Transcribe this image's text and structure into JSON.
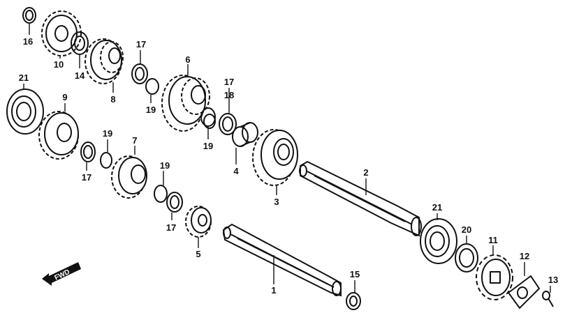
{
  "parts": [
    {
      "id": "p16a",
      "label": "16",
      "kind": "washer"
    },
    {
      "id": "p10",
      "label": "10",
      "kind": "gear"
    },
    {
      "id": "p14",
      "label": "14",
      "kind": "washer"
    },
    {
      "id": "p8",
      "label": "8",
      "kind": "gear"
    },
    {
      "id": "p17a",
      "label": "17",
      "kind": "washer"
    },
    {
      "id": "p19a",
      "label": "19",
      "kind": "circlip"
    },
    {
      "id": "p6",
      "label": "6",
      "kind": "gear"
    },
    {
      "id": "p17b",
      "label": "17",
      "kind": "washer"
    },
    {
      "id": "p18",
      "label": "18",
      "kind": "washer"
    },
    {
      "id": "p19b",
      "label": "19",
      "kind": "circlip"
    },
    {
      "id": "p21a",
      "label": "21",
      "kind": "bearing"
    },
    {
      "id": "p9",
      "label": "9",
      "kind": "gear"
    },
    {
      "id": "p17c",
      "label": "17",
      "kind": "washer"
    },
    {
      "id": "p19c",
      "label": "19",
      "kind": "circlip"
    },
    {
      "id": "p7",
      "label": "7",
      "kind": "gear"
    },
    {
      "id": "p19d",
      "label": "19",
      "kind": "circlip"
    },
    {
      "id": "p17d",
      "label": "17",
      "kind": "washer"
    },
    {
      "id": "p4",
      "label": "4",
      "kind": "bushing"
    },
    {
      "id": "p3",
      "label": "3",
      "kind": "gear"
    },
    {
      "id": "p2",
      "label": "2",
      "kind": "shaft"
    },
    {
      "id": "p5",
      "label": "5",
      "kind": "gear"
    },
    {
      "id": "p1",
      "label": "1",
      "kind": "shaft"
    },
    {
      "id": "p21b",
      "label": "21",
      "kind": "bearing"
    },
    {
      "id": "p20",
      "label": "20",
      "kind": "seal"
    },
    {
      "id": "p11",
      "label": "11",
      "kind": "sprocket"
    },
    {
      "id": "p12",
      "label": "12",
      "kind": "plate"
    },
    {
      "id": "p13",
      "label": "13",
      "kind": "bolt"
    },
    {
      "id": "p15",
      "label": "15",
      "kind": "washer"
    }
  ],
  "fwd": {
    "label": "FWD"
  }
}
